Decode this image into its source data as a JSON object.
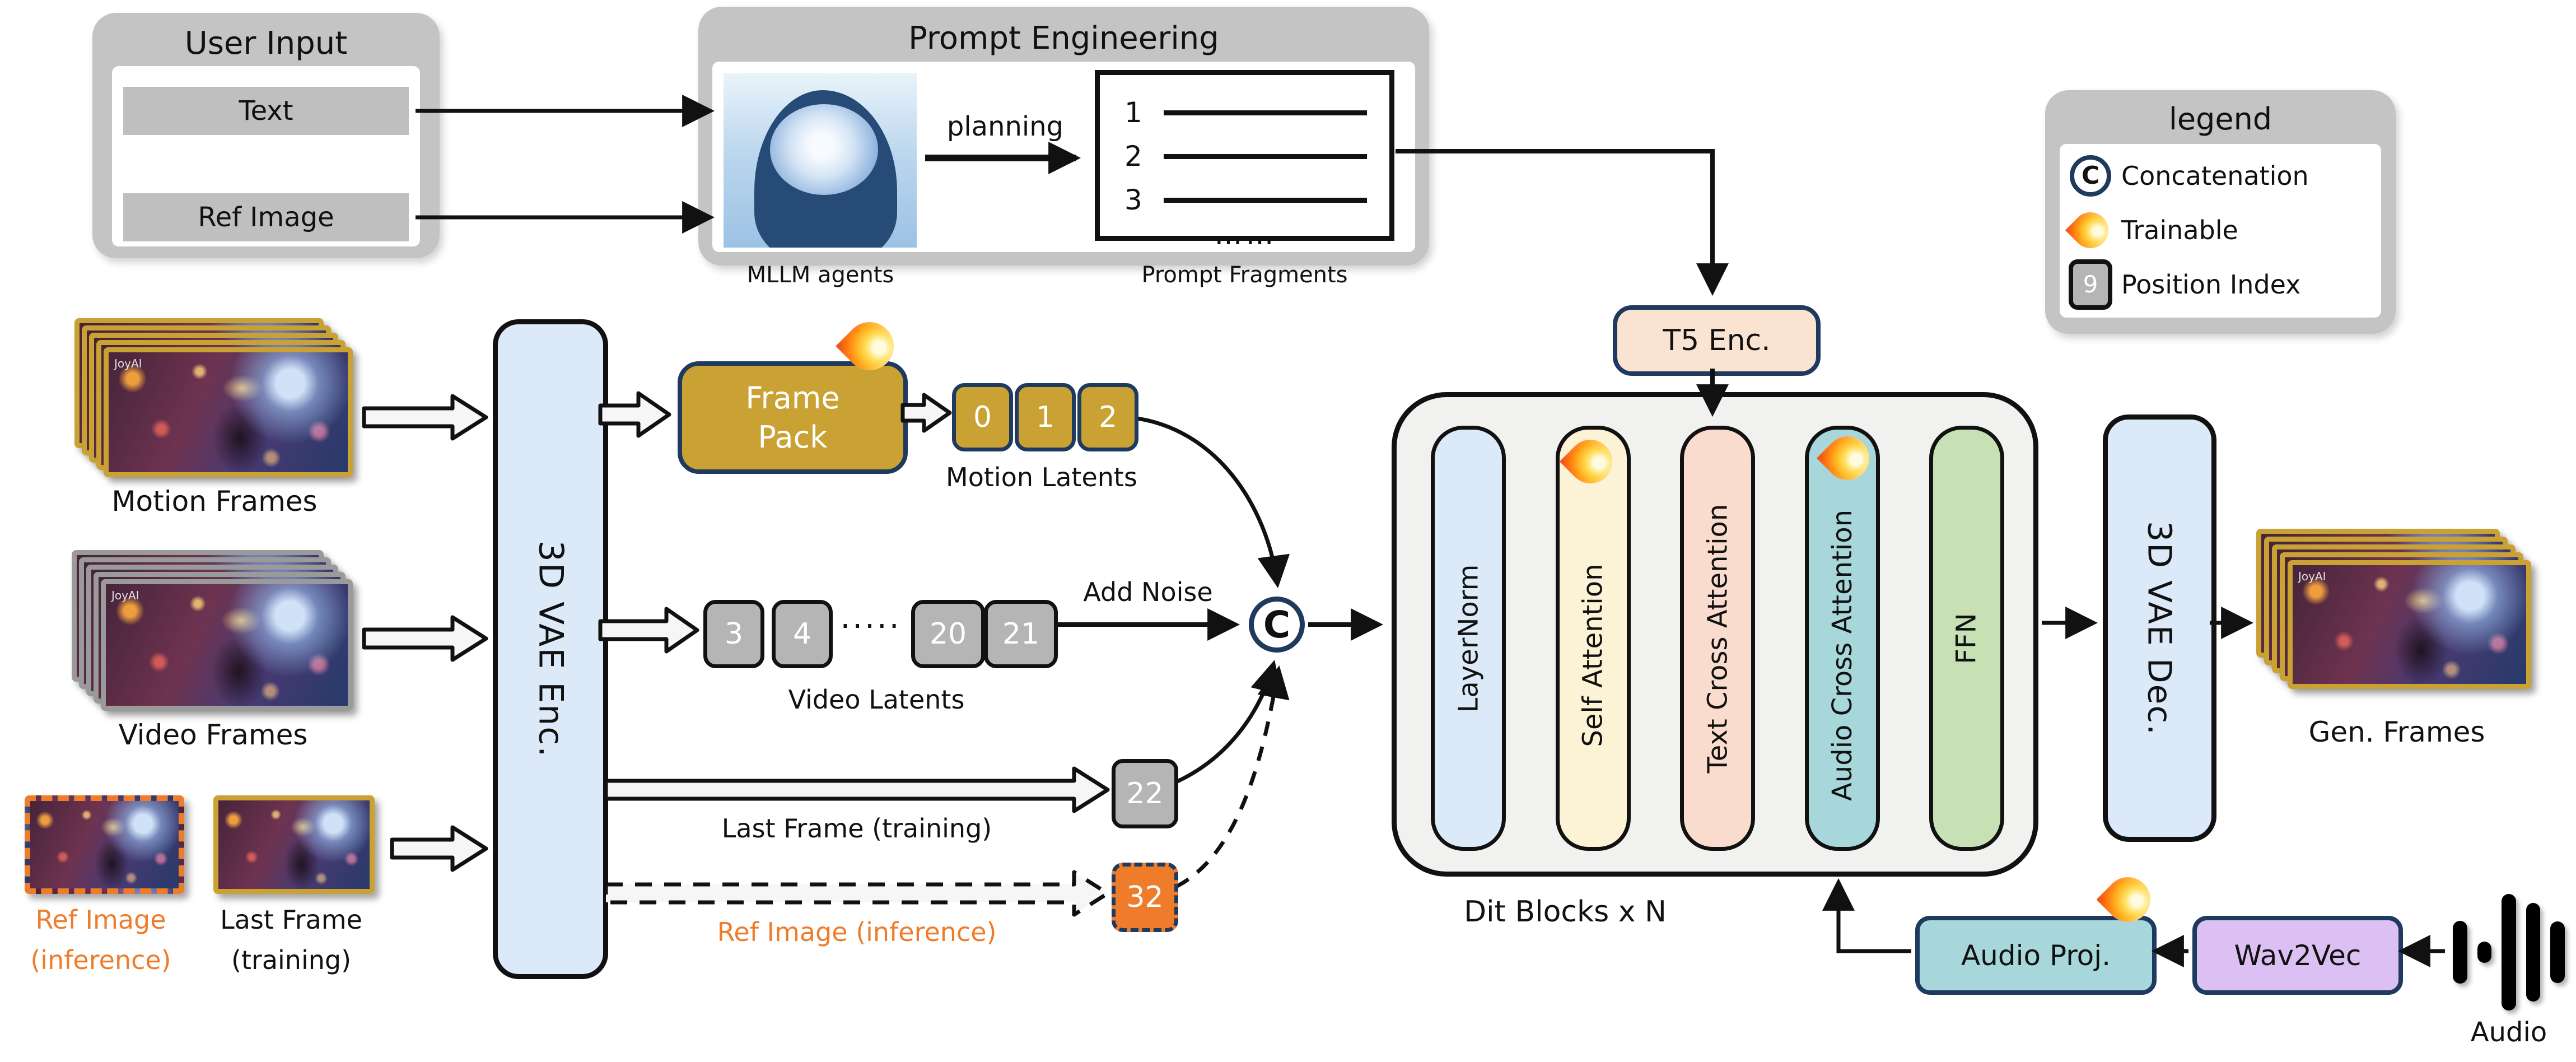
{
  "user_input": {
    "title": "User Input",
    "items": [
      "Text",
      "Ref Image"
    ]
  },
  "prompt_engineering": {
    "title": "Prompt Engineering",
    "planning_label": "planning",
    "agents_label": "MLLM agents",
    "fragments_label": "Prompt Fragments",
    "fragment_indices": [
      "1",
      "2",
      "3"
    ],
    "fragment_ellipsis": "……"
  },
  "legend": {
    "title": "legend",
    "concat_symbol": "C",
    "concat_label": "Concatenation",
    "trainable_label": "Trainable",
    "position_symbol": "9",
    "position_label": "Position Index"
  },
  "inputs": {
    "motion_label": "Motion Frames",
    "video_label": "Video Frames",
    "ref_image_line1": "Ref Image",
    "ref_image_line2": "(inference)",
    "last_frame_line1": "Last Frame",
    "last_frame_line2": "(training)",
    "watermark": "JoyAI"
  },
  "encoder": {
    "vae_enc": "3D VAE Enc.",
    "frame_pack_line1": "Frame",
    "frame_pack_line2": "Pack",
    "motion_latents_label": "Motion Latents",
    "motion_latents": [
      "0",
      "1",
      "2"
    ],
    "video_latents_label": "Video Latents",
    "video_latents": [
      "3",
      "4",
      "20",
      "21"
    ],
    "video_ellipsis": "·····",
    "add_noise_label": "Add Noise",
    "concat_symbol": "C",
    "last_frame_arrow_label": "Last Frame (training)",
    "ref_image_arrow_label": "Ref Image (inference)",
    "last_frame_index": "22",
    "ref_image_index": "32"
  },
  "t5": {
    "label": "T5 Enc."
  },
  "dit": {
    "caption": "Dit Blocks x N",
    "columns": [
      "LayerNorm",
      "Self Attention",
      "Text Cross Attention",
      "Audio Cross Attention",
      "FFN"
    ]
  },
  "decoder": {
    "vae_dec": "3D VAE Dec.",
    "gen_label": "Gen. Frames"
  },
  "audio": {
    "proj_label": "Audio Proj.",
    "wav2vec_label": "Wav2Vec",
    "audio_label": "Audio"
  },
  "colors": {
    "navy": "#1e3a5f",
    "gold": "#c9a233",
    "orange": "#ee7c2b",
    "light_blue": "#dbe9f8",
    "peach": "#fbe3d1",
    "cream": "#fcf2d6",
    "pink": "#f9dccd",
    "teal": "#a7d7da",
    "green": "#c7e0b4",
    "lavender": "#dcc0f4",
    "panel_gray": "#c4c4c4",
    "latent_gray": "#b5b5b5",
    "dit_bg": "#f1f1ef"
  }
}
